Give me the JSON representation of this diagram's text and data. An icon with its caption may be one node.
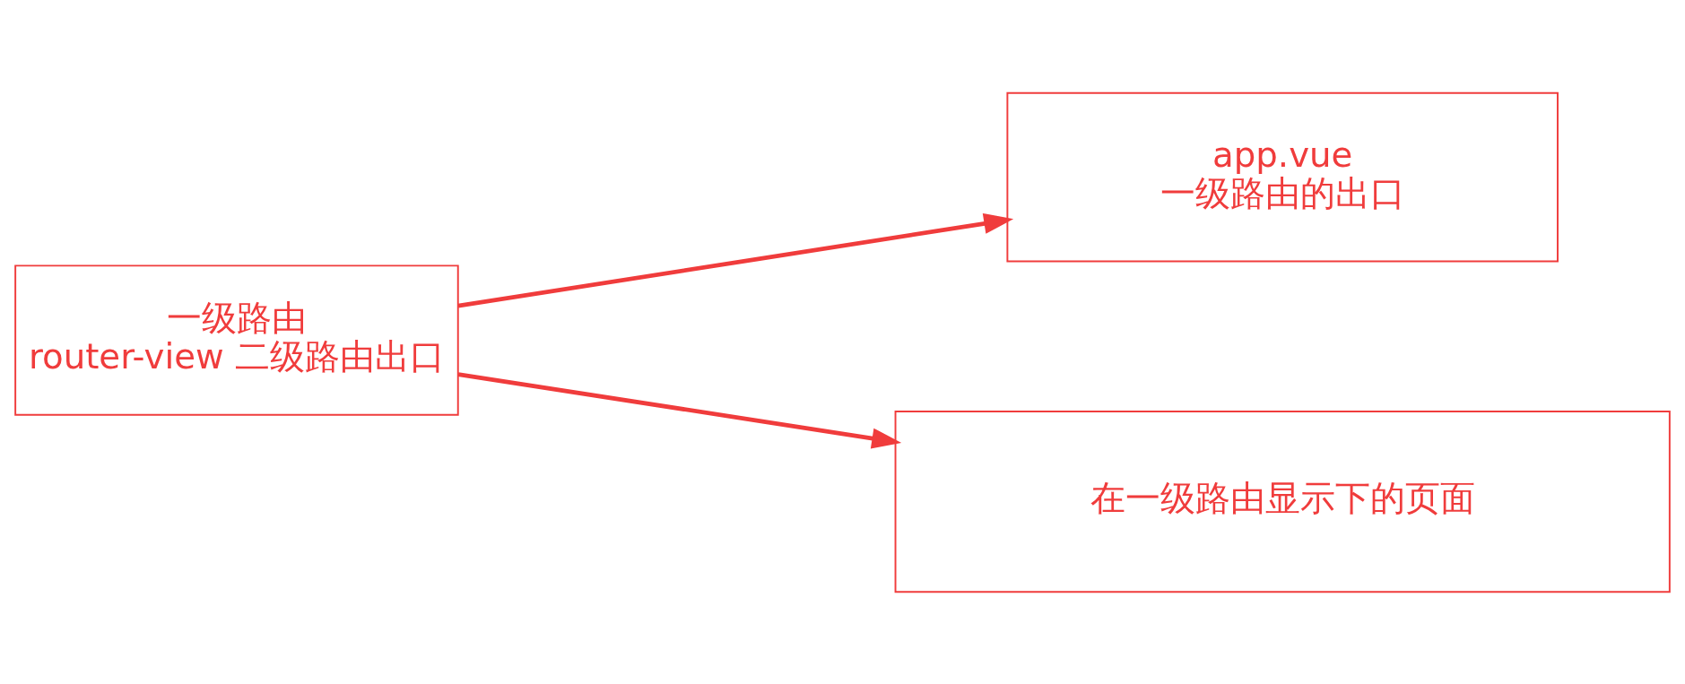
{
  "diagram": {
    "nodes": [
      {
        "text": [
          "一级路由",
          "router-view 二级路由出口"
        ]
      },
      {
        "text": [
          "app.vue",
          "一级路由的出口"
        ]
      },
      {
        "text": [
          "在一级路由显示下的页面"
        ]
      }
    ],
    "edges": [
      {
        "from": 0,
        "to": 1,
        "arrow": "to"
      },
      {
        "from": 0,
        "to": 2,
        "arrow": "to"
      }
    ]
  }
}
